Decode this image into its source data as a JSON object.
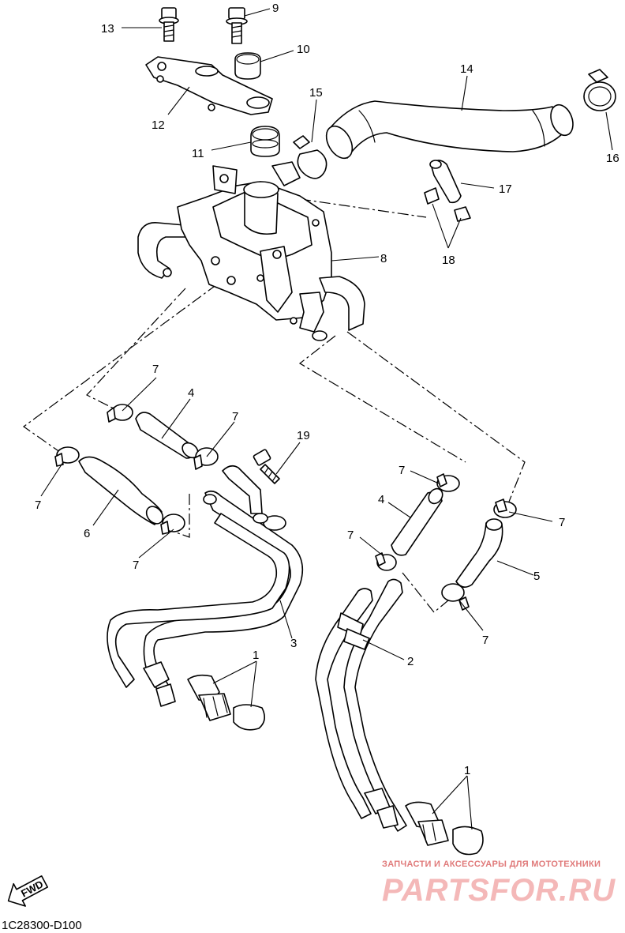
{
  "diagram_code": "1C28300-D100",
  "fwd_label": "FWD",
  "watermark": {
    "tagline": "ЗАПЧАСТИ И АКСЕССУАРЫ ДЛЯ МОТОТЕХНИКИ",
    "brand": "PARTSFOR.RU"
  },
  "callouts": {
    "c1a": "1",
    "c1b": "1",
    "c2": "2",
    "c3": "3",
    "c4a": "4",
    "c4b": "4",
    "c5": "5",
    "c6": "6",
    "c7a": "7",
    "c7b": "7",
    "c7c": "7",
    "c7d": "7",
    "c7e": "7",
    "c7f": "7",
    "c7g": "7",
    "c7h": "7",
    "c8": "8",
    "c9": "9",
    "c10": "10",
    "c11": "11",
    "c12": "12",
    "c13": "13",
    "c14": "14",
    "c15": "15",
    "c16": "16",
    "c17": "17",
    "c18": "18",
    "c19": "19"
  }
}
